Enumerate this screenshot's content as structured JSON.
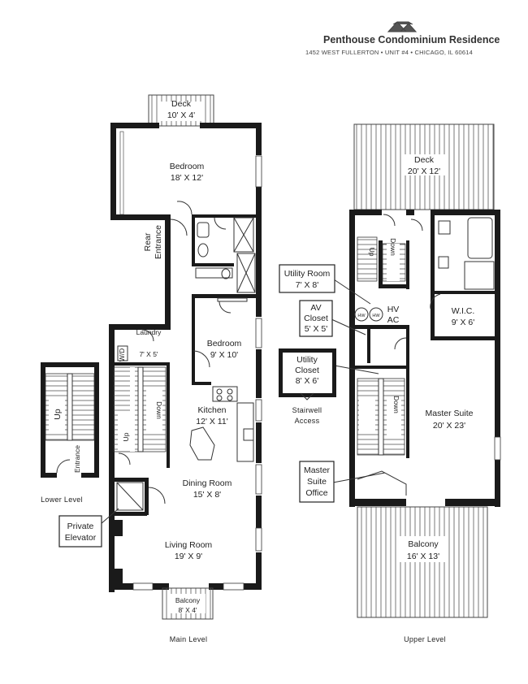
{
  "header": {
    "title": "Penthouse Condominium Residence",
    "address": "1452 WEST FULLERTON • UNIT #4 • CHICAGO, IL 60614"
  },
  "main_level": {
    "caption": "Main Level",
    "rooms": {
      "deck": {
        "name": "Deck",
        "size": "10' X 4'"
      },
      "bedroom1": {
        "name": "Bedroom",
        "size": "18' X 12'"
      },
      "rear_entrance_1": "Rear",
      "rear_entrance_2": "Entrance",
      "bedroom2": {
        "name": "Bedroom",
        "size": "9' X 10'"
      },
      "laundry": {
        "name": "Laundry",
        "size": "7' X 5'"
      },
      "wd": "W/D",
      "kitchen": {
        "name": "Kitchen",
        "size": "12' X 11'"
      },
      "stair_up": "Up",
      "stair_down": "Down",
      "dining": {
        "name": "Dining Room",
        "size": "15' X 8'"
      },
      "living": {
        "name": "Living Room",
        "size": "19' X 9'"
      },
      "balcony": {
        "name": "Balcony",
        "size": "8' X 4'"
      },
      "elevator_1": "Private",
      "elevator_2": "Elevator"
    }
  },
  "lower_level": {
    "caption": "Lower Level",
    "stair_up": "Up",
    "entrance": "Entrance"
  },
  "upper_level": {
    "caption": "Upper Level",
    "rooms": {
      "deck": {
        "name": "Deck",
        "size": "20' X 12'"
      },
      "utility_room": {
        "name": "Utility Room",
        "size": "7' X 8'"
      },
      "av_closet_1": "AV",
      "av_closet_2": "Closet",
      "av_closet_size": "5' X 5'",
      "utility_closet_1": "Utility",
      "utility_closet_2": "Closet",
      "utility_closet_size": "8' X 6'",
      "stairwell_1": "Stairwell",
      "stairwell_2": "Access",
      "hv": "HV",
      "ac": "AC",
      "hw1": "HW",
      "hw2": "HW",
      "wic": {
        "name": "W.I.C.",
        "size": "9' X 6'"
      },
      "master_suite": {
        "name": "Master Suite",
        "size": "20' X 23'"
      },
      "office_1": "Master",
      "office_2": "Suite",
      "office_3": "Office",
      "stair_up": "Up",
      "stair_down": "Down",
      "stair_down2": "Down",
      "balcony": {
        "name": "Balcony",
        "size": "16' X 13'"
      }
    }
  },
  "colors": {
    "wall": "#1a1a1a",
    "line": "#333333",
    "paper": "#ffffff"
  }
}
